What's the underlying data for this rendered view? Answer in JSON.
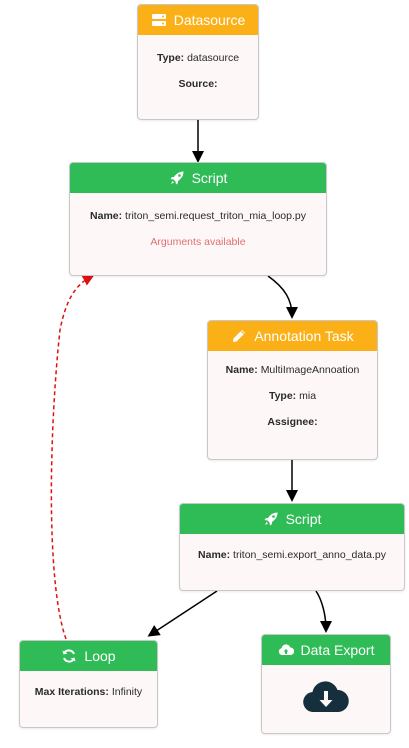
{
  "nodes": {
    "datasource": {
      "title": "Datasource",
      "type_label": "Type:",
      "type_value": "datasource",
      "source_label": "Source:",
      "source_value": ""
    },
    "script1": {
      "title": "Script",
      "name_label": "Name:",
      "name_value": "triton_semi.request_triton_mia_loop.py",
      "args_text": "Arguments available"
    },
    "annotation": {
      "title": "Annotation Task",
      "name_label": "Name:",
      "name_value": "MultiImageAnnoation",
      "type_label": "Type:",
      "type_value": "mia",
      "assignee_label": "Assignee:",
      "assignee_value": ""
    },
    "script2": {
      "title": "Script",
      "name_label": "Name:",
      "name_value": "triton_semi.export_anno_data.py"
    },
    "loop": {
      "title": "Loop",
      "max_label": "Max Iterations:",
      "max_value": "Infinity"
    },
    "export": {
      "title": "Data Export",
      "icon": "cloud-download-icon"
    }
  },
  "colors": {
    "green": "#2fbb56",
    "orange": "#fbb017",
    "warn": "#e07070",
    "loop_edge": "#e01010",
    "export_icon": "#15303c"
  }
}
